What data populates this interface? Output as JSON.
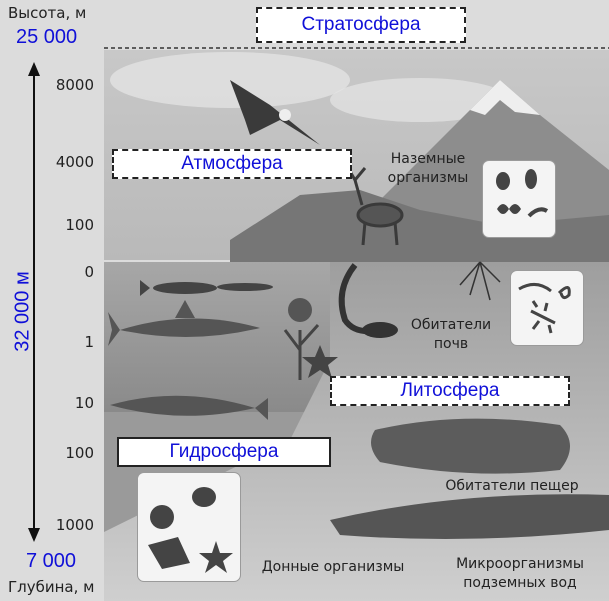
{
  "axis": {
    "top_label": "Высота, м",
    "top_value": "25 000",
    "bottom_label": "Глубина, м",
    "bottom_value": "7 000",
    "span_label": "32 000 м",
    "ticks": [
      "8000",
      "4000",
      "100",
      "0",
      "1",
      "10",
      "100",
      "1000"
    ]
  },
  "spheres": {
    "stratosphere": "Стратосфера",
    "atmosphere": "Атмосфера",
    "lithosphere": "Литосфера",
    "hydrosphere": "Гидросфера"
  },
  "labels": {
    "land_organisms": "Наземные организмы",
    "soil_dwellers": "Обитатели почв",
    "cave_dwellers": "Обитатели пещер",
    "bottom_organisms": "Донные организмы",
    "groundwater_microorganisms": "Микроорганизмы подземных вод"
  },
  "colors": {
    "label_blue": "#1010d8"
  }
}
